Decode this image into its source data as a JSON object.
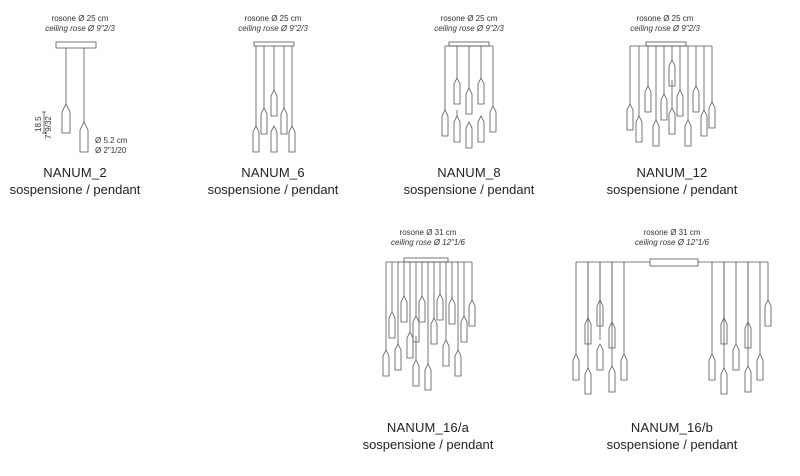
{
  "products": [
    {
      "name": "NANUM_2",
      "subtitle": "sospensione / pendant",
      "rose_it": "rosone Ø 25 cm",
      "rose_en": "ceiling rose Ø 9\"2/3",
      "dims": {
        "height_cm": "18.5",
        "height_in": "7\"9/32",
        "diam_cm": "Ø 5.2 cm",
        "diam_in": "Ø 2\"1/20"
      }
    },
    {
      "name": "NANUM_6",
      "subtitle": "sospensione / pendant",
      "rose_it": "rosone Ø 25 cm",
      "rose_en": "ceiling rose Ø 9\"2/3"
    },
    {
      "name": "NANUM_8",
      "subtitle": "sospensione / pendant",
      "rose_it": "rosone Ø 25 cm",
      "rose_en": "ceiling rose Ø 9\"2/3"
    },
    {
      "name": "NANUM_12",
      "subtitle": "sospensione / pendant",
      "rose_it": "rosone Ø 25 cm",
      "rose_en": "ceiling rose Ø 9\"2/3"
    },
    {
      "name": "NANUM_16/a",
      "subtitle": "sospensione / pendant",
      "rose_it": "rosone Ø 31 cm",
      "rose_en": "ceiling rose Ø 12\"1/6"
    },
    {
      "name": "NANUM_16/b",
      "subtitle": "sospensione / pendant",
      "rose_it": "rosone Ø 31 cm",
      "rose_en": "ceiling rose Ø 12\"1/6"
    }
  ]
}
